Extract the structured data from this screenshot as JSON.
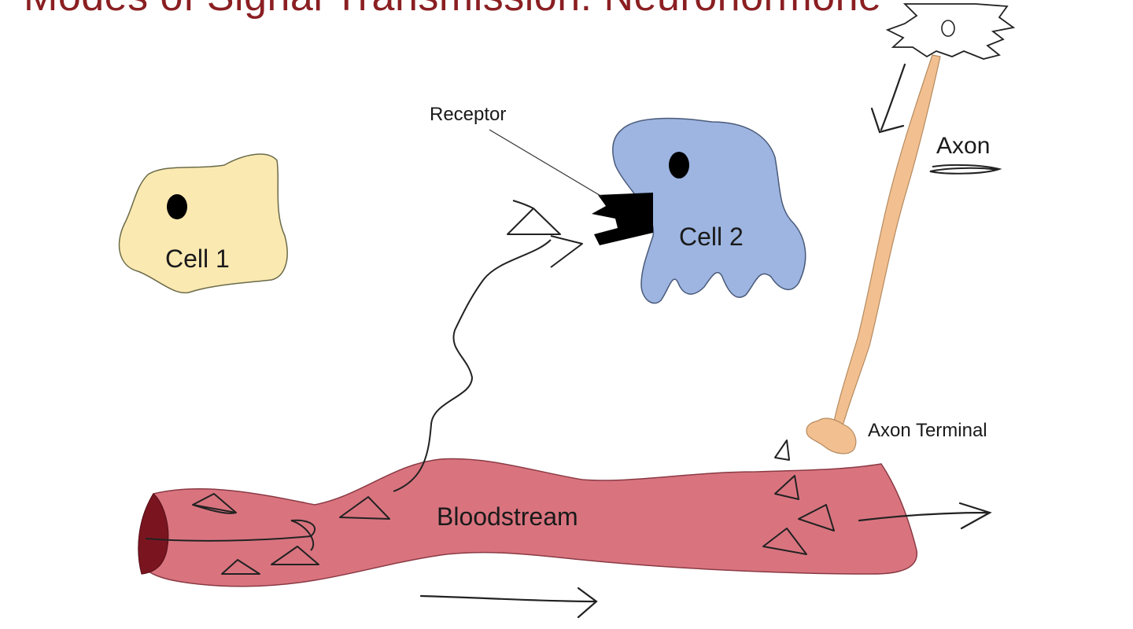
{
  "slide": {
    "title": "Modes of Signal Transmission: Neurohormone"
  },
  "labels": {
    "cell1": "Cell 1",
    "cell2": "Cell 2",
    "receptor": "Receptor",
    "axon": "Axon",
    "axon_terminal": "Axon Terminal",
    "bloodstream": "Bloodstream"
  },
  "colors": {
    "title": "#8a1f22",
    "cell1_fill": "#fbe9b2",
    "cell2_fill": "#9db5e0",
    "axon_fill": "#f2c090",
    "blood_fill": "#d9747f",
    "blood_end": "#7a1520",
    "receptor": "#000000"
  },
  "icons": {
    "nucleus": "black-dot",
    "hormone": "triangle-glyph",
    "flow": "arrow-right"
  }
}
